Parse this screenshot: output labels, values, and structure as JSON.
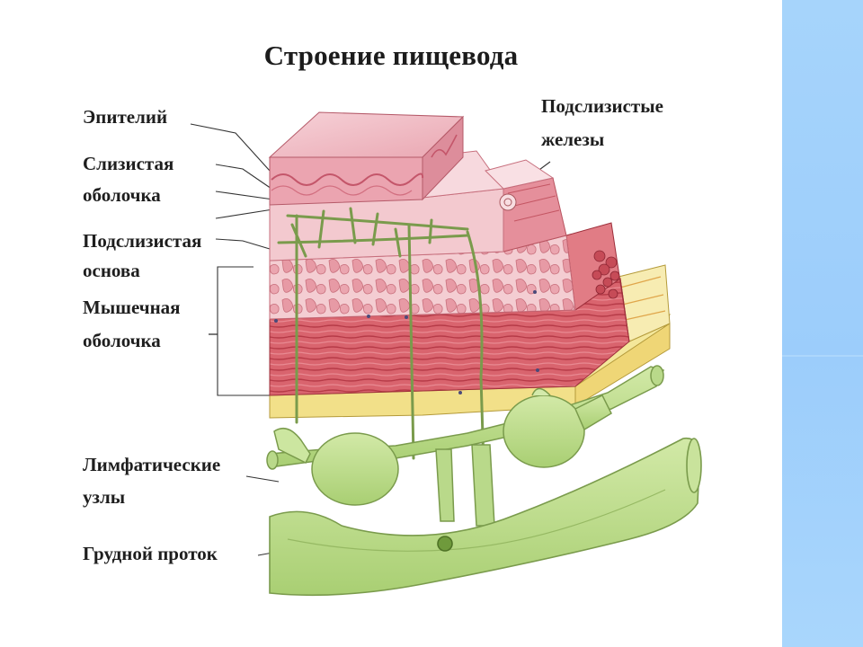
{
  "title": "Строение пищевода",
  "labels": {
    "epithelium": "Эпителий",
    "mucosa_line1": "Слизистая",
    "mucosa_line2": "оболочка",
    "submucosa_line1": "Подслизистая",
    "submucosa_line2": "основа",
    "muscular_line1": "Мышечная",
    "muscular_line2": "оболочка",
    "lymph_nodes_line1": "Лимфатические",
    "lymph_nodes_line2": "узлы",
    "thoracic_duct": "Грудной проток",
    "submucous_glands_line1": "Подслизистые",
    "submucous_glands_line2": "железы"
  },
  "colors": {
    "epithelium_pink": "#eaa9b3",
    "mucosa_pink": "#f3c9cf",
    "submucosa_pink": "#f0bfc6",
    "muscle_red": "#d9646e",
    "muscle_dark": "#b63a47",
    "adventitia_yellow": "#f4e79a",
    "lymph_green": "#c3df93",
    "lymph_outline": "#7a9b4c",
    "side_stripe_blue": "#a6d4fb"
  },
  "icons": [
    "esophagus-wall-illustration"
  ]
}
